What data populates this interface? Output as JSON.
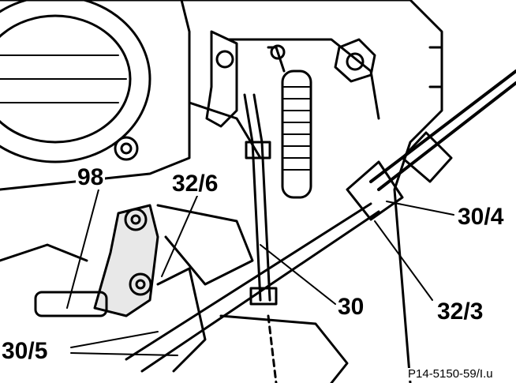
{
  "labels": {
    "l98": "98",
    "l32_6": "32/6",
    "l30_4": "30/4",
    "l30": "30",
    "l32_3": "32/3",
    "l30_5": "30/5"
  },
  "figure_ref": "P14-5150-59/I.u"
}
